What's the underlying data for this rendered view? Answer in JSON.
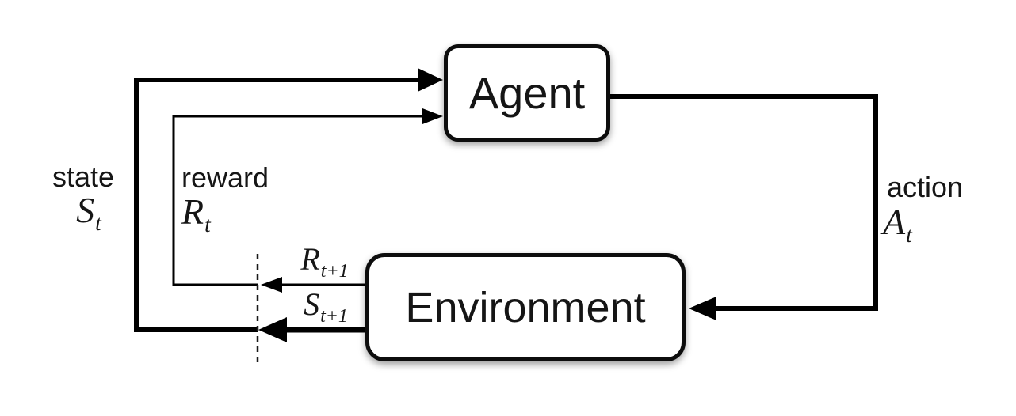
{
  "diagram": {
    "nodes": {
      "agent": {
        "label": "Agent"
      },
      "environment": {
        "label": "Environment"
      }
    },
    "labels": {
      "state": {
        "word": "state",
        "base": "S",
        "sub": "t"
      },
      "reward": {
        "word": "reward",
        "base": "R",
        "sub": "t"
      },
      "action": {
        "word": "action",
        "base": "A",
        "sub": "t"
      },
      "next_reward": {
        "base": "R",
        "sub": "t+1"
      },
      "next_state": {
        "base": "S",
        "sub": "t+1"
      }
    },
    "edges": [
      {
        "from": "environment",
        "to": "agent",
        "label": "state St",
        "style": "thick"
      },
      {
        "from": "environment",
        "to": "agent",
        "label": "reward Rt",
        "style": "thin"
      },
      {
        "from": "agent",
        "to": "environment",
        "label": "action At",
        "style": "thick"
      },
      {
        "from": "environment",
        "to": "time-step-boundary",
        "label": "Rt+1",
        "style": "thin"
      },
      {
        "from": "environment",
        "to": "time-step-boundary",
        "label": "St+1",
        "style": "thick"
      }
    ],
    "colors": {
      "line": "#000000",
      "box_border": "#0d0d0d",
      "box_fill": "#ffffff",
      "background": "#ffffff"
    }
  }
}
